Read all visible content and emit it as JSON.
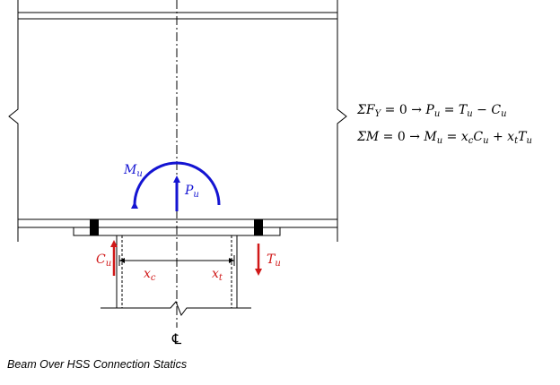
{
  "colors": {
    "line": "#000000",
    "moment": "#1414d2",
    "force": "#d01818"
  },
  "labels": {
    "moment_M": "M",
    "moment_sub": "u",
    "axial_P": "P",
    "axial_sub": "u",
    "comp_C": "C",
    "comp_sub": "u",
    "tens_T": "T",
    "tens_sub": "u",
    "xc": "x",
    "xc_sub": "c",
    "xt": "x",
    "xt_sub": "t",
    "centerline": "℄"
  },
  "equations": {
    "eq1": {
      "a": "ΣF",
      "a_sub": "Y",
      "b": " = 0  → ",
      "c": "P",
      "c_sub": "u",
      "d": " = ",
      "e": "T",
      "e_sub": "u",
      "f": " − ",
      "g": "C",
      "g_sub": "u"
    },
    "eq2": {
      "a": "ΣM",
      "b": " = 0  → ",
      "c": "M",
      "c_sub": "u",
      "d": " = ",
      "e": "x",
      "e_sub": "c",
      "e2": "C",
      "e2_sub": "u",
      "f": " + ",
      "g": "x",
      "g_sub": "t",
      "g2": "T",
      "g2_sub": "u"
    }
  },
  "caption": "Beam Over HSS Connection Statics"
}
